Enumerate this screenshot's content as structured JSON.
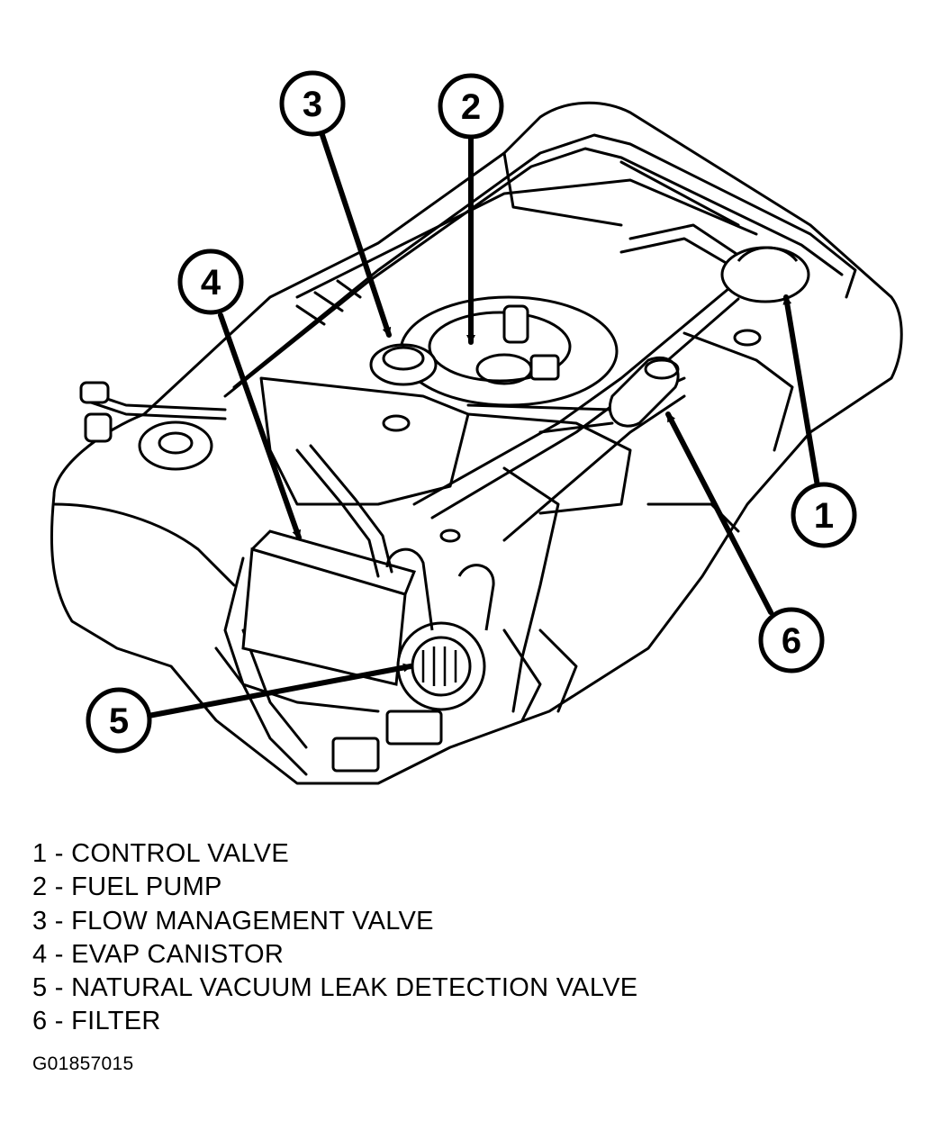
{
  "callouts": [
    {
      "number": "1",
      "label": "CONTROL VALVE"
    },
    {
      "number": "2",
      "label": "FUEL PUMP"
    },
    {
      "number": "3",
      "label": "FLOW MANAGEMENT VALVE"
    },
    {
      "number": "4",
      "label": "EVAP CANISTOR"
    },
    {
      "number": "5",
      "label": "NATURAL VACUUM LEAK DETECTION VALVE"
    },
    {
      "number": "6",
      "label": "FILTER"
    }
  ],
  "legend": [
    "1 - CONTROL VALVE",
    "2 - FUEL PUMP",
    "3 - FLOW MANAGEMENT VALVE",
    "4 - EVAP CANISTOR",
    "5 - NATURAL VACUUM LEAK DETECTION VALVE",
    "6 - FILTER"
  ],
  "figure_id": "G01857015"
}
